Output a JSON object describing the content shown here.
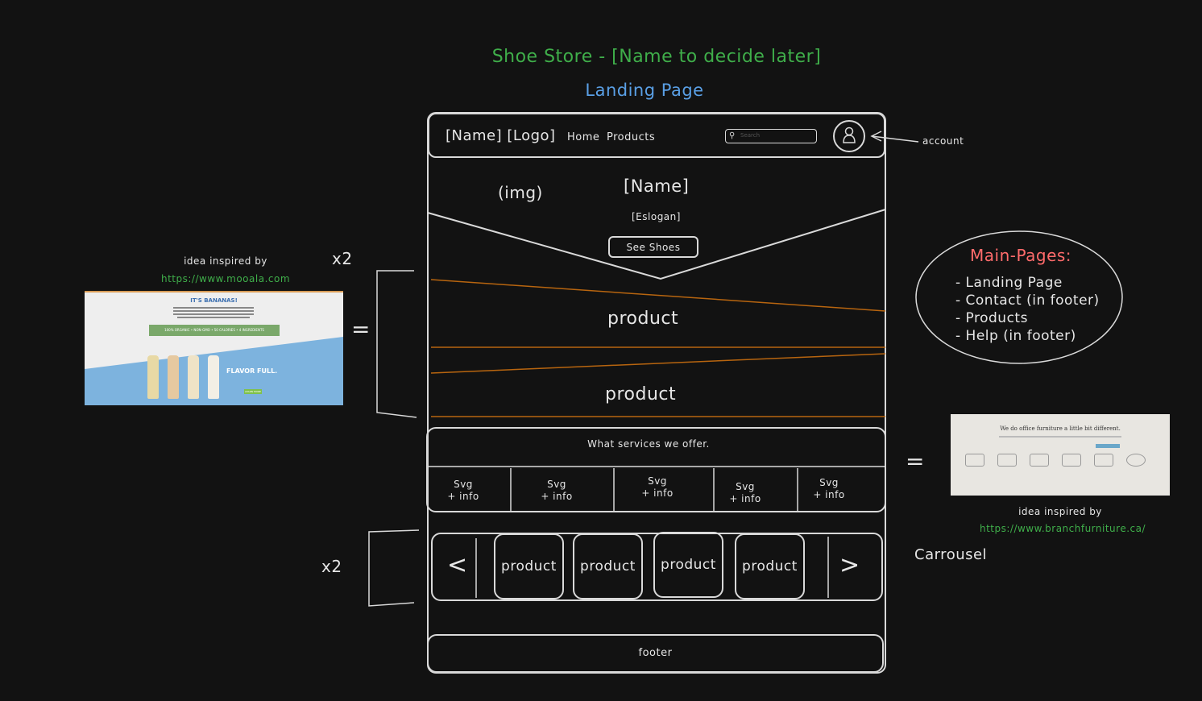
{
  "title": "Shoe Store - [Name to decide later]",
  "subtitle": "Landing Page",
  "colors": {
    "title": "#3fae4a",
    "subtitle": "#5aa0e6",
    "main_pages": "#ff6b6b",
    "link": "#3fae4a",
    "accent_line": "#b8650f"
  },
  "navbar": {
    "brand": "[Name] [Logo]",
    "links": [
      "Home",
      "Products"
    ],
    "search_placeholder": "Search",
    "account_icon": "user-icon"
  },
  "account_note": "account",
  "hero": {
    "img": "(img)",
    "name": "[Name]",
    "slogan": "[Eslogan]",
    "button": "See Shoes"
  },
  "products_section": {
    "multiplier": "x2",
    "items": [
      "product",
      "product"
    ]
  },
  "services": {
    "heading": "What services we offer.",
    "items": [
      {
        "line1": "Svg",
        "line2": "+ info"
      },
      {
        "line1": "Svg",
        "line2": "+ info"
      },
      {
        "line1": "Svg",
        "line2": "+ info"
      },
      {
        "line1": "Svg",
        "line2": "+ info"
      },
      {
        "line1": "Svg",
        "line2": "+ info"
      }
    ]
  },
  "carousel": {
    "multiplier": "x2",
    "label": "Carrousel",
    "prev": "<",
    "next": ">",
    "items": [
      "product",
      "product",
      "product",
      "product"
    ]
  },
  "footer": "footer",
  "main_pages": {
    "title": "Main-Pages:",
    "items": [
      "- Landing Page",
      "- Contact (in footer)",
      "- Products",
      "- Help (in footer)"
    ]
  },
  "inspiration_left": {
    "label": "idea inspired by",
    "url": "https://www.mooala.com",
    "thumb": {
      "headline": "IT'S BANANAS!",
      "ribbon": "100% ORGANIC • NON-GMO • 50 CALORIES • 4 INGREDIENTS",
      "tagline": "FLAVOR FULL.",
      "cta": "LEARN MORE"
    }
  },
  "inspiration_right": {
    "label": "idea inspired by",
    "url": "https://www.branchfurniture.ca/",
    "thumb": {
      "headline": "We do office furniture a little bit different."
    }
  },
  "equals_left": "=",
  "equals_right": "="
}
